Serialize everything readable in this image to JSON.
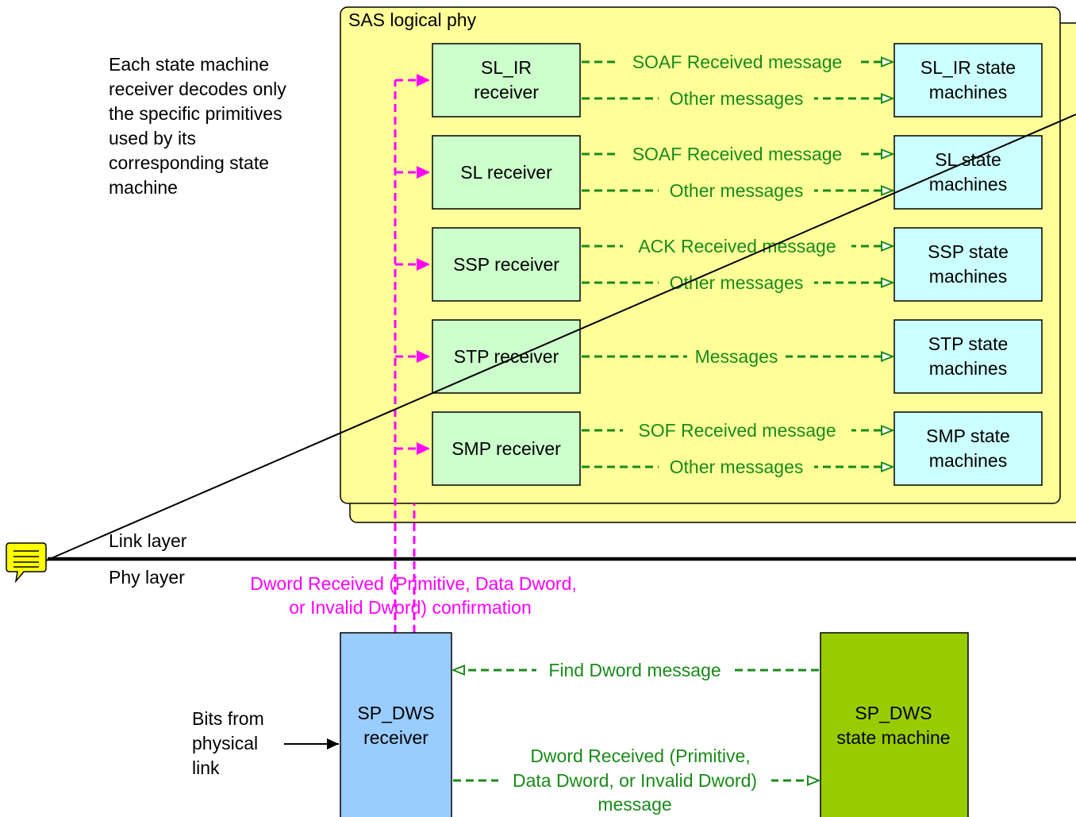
{
  "container_title": "SAS logical phy",
  "note_lines": [
    "Each state machine",
    "receiver decodes only",
    "the specific primitives",
    "used by its",
    "corresponding state",
    "machine"
  ],
  "receivers": [
    {
      "lines": [
        "SL_IR",
        "receiver"
      ]
    },
    {
      "lines": [
        "SL receiver"
      ]
    },
    {
      "lines": [
        "SSP receiver"
      ]
    },
    {
      "lines": [
        "STP receiver"
      ]
    },
    {
      "lines": [
        "SMP receiver"
      ]
    }
  ],
  "state_machines": [
    {
      "lines": [
        "SL_IR state",
        "machines"
      ]
    },
    {
      "lines": [
        "SL state",
        "machines"
      ]
    },
    {
      "lines": [
        "SSP state",
        "machines"
      ]
    },
    {
      "lines": [
        "STP state",
        "machines"
      ]
    },
    {
      "lines": [
        "SMP state",
        "machines"
      ]
    }
  ],
  "messages": [
    {
      "top": "SOAF Received message",
      "bottom": "Other messages"
    },
    {
      "top": "SOAF Received message",
      "bottom": "Other messages"
    },
    {
      "top": "ACK Received message",
      "bottom": "Other messages"
    },
    {
      "single": "Messages"
    },
    {
      "top": "SOF Received message",
      "bottom": "Other messages"
    }
  ],
  "layers": {
    "link": "Link layer",
    "phy": "Phy layer"
  },
  "confirmation_lines": [
    "Dword Received (Primitive, Data Dword,",
    "or Invalid Dword) confirmation"
  ],
  "sp_dws_receiver_lines": [
    "SP_DWS",
    "receiver"
  ],
  "sp_dws_state_machine_lines": [
    "SP_DWS",
    "state machine"
  ],
  "find_dword": "Find Dword message",
  "dword_message_lines": [
    "Dword Received (Primitive,",
    "Data Dword, or Invalid Dword)",
    "message"
  ],
  "bits_lines": [
    "Bits from",
    "physical",
    "link"
  ],
  "colors": {
    "container": "#ffff99",
    "receiver": "#ccffcc",
    "state_machine": "#ccffff",
    "sp_dws_receiver": "#99ccff",
    "sp_dws_state_machine": "#99cc00",
    "message": "#1a8a1a",
    "confirmation": "#ff00ff",
    "comment_icon": "#ffff00"
  },
  "icons": {
    "comment": "comment-icon"
  }
}
